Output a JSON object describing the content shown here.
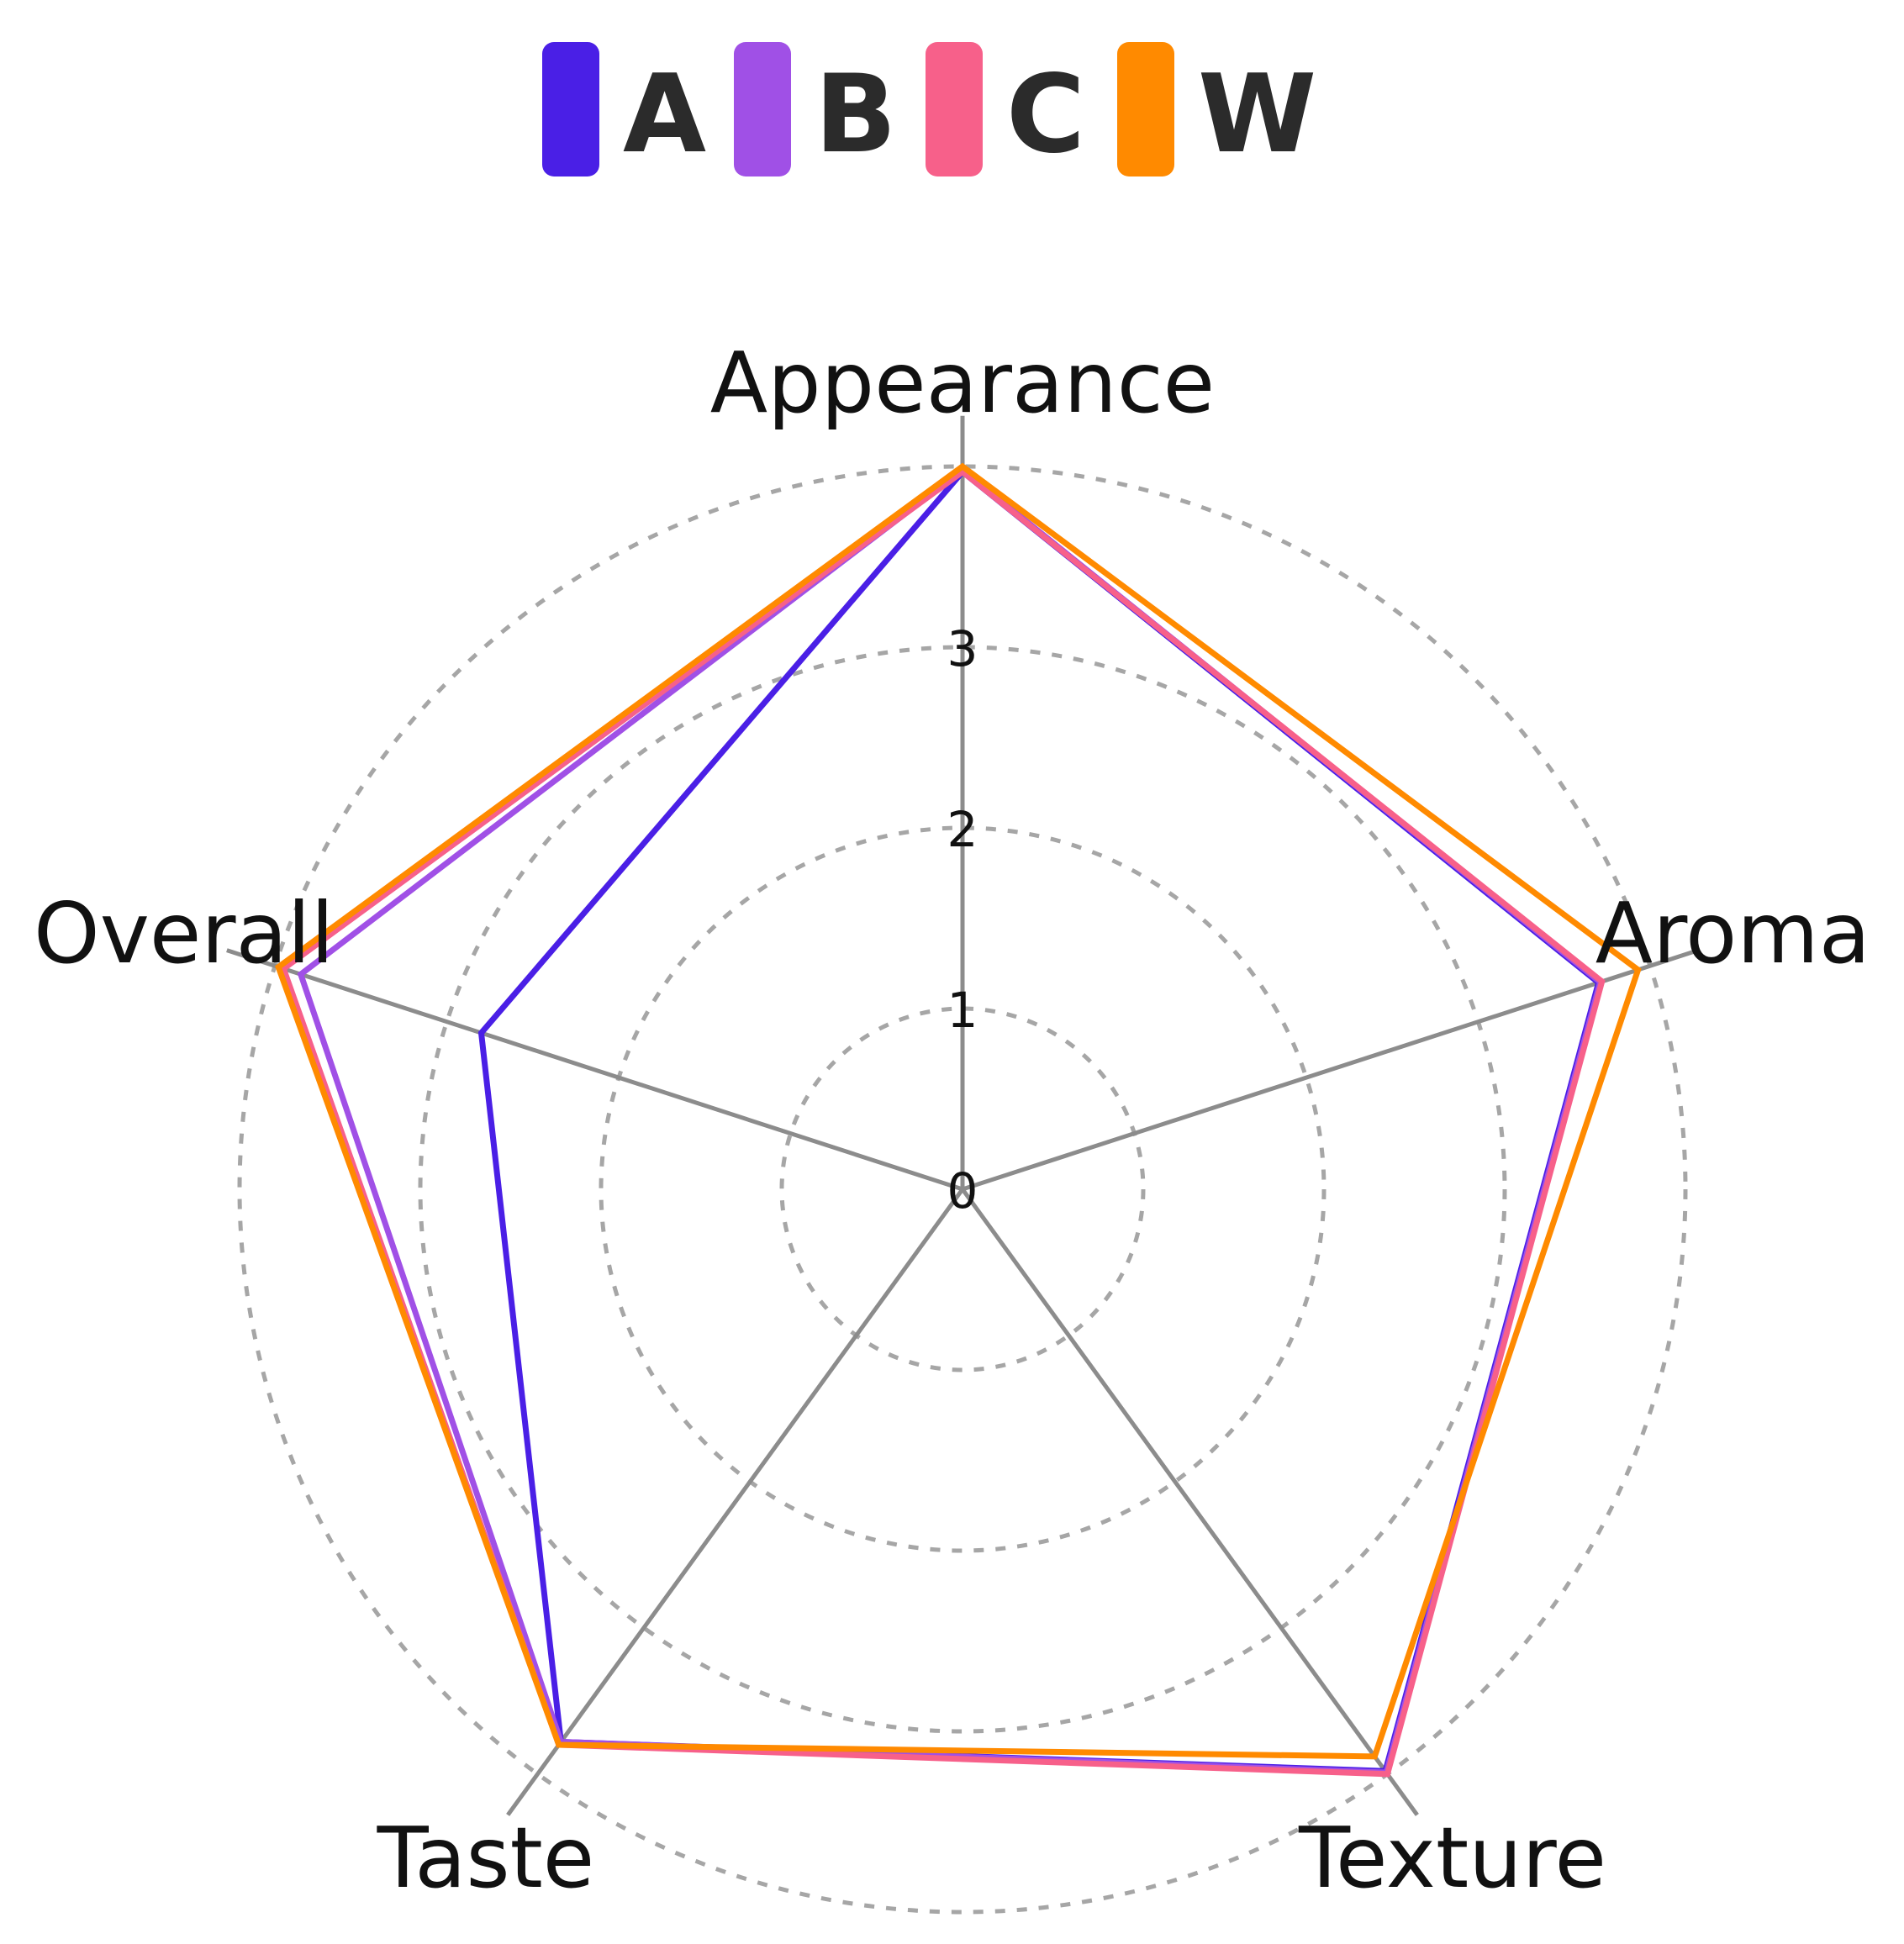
{
  "chart_data": {
    "type": "radar",
    "title": "",
    "axes": [
      "Appearance",
      "Aroma",
      "Texture",
      "Taste",
      "Overall"
    ],
    "rlim": [
      0,
      4
    ],
    "ticks": [
      "0",
      "1",
      "2",
      "3",
      "4"
    ],
    "grid": "dashed circles",
    "legend_position": "top-center",
    "series": [
      {
        "name": "A",
        "color": "#4a1fe6",
        "values": [
          3.97,
          3.7,
          3.98,
          3.78,
          2.8
        ]
      },
      {
        "name": "B",
        "color": "#a050e6",
        "values": [
          3.98,
          3.71,
          3.99,
          3.78,
          3.85
        ]
      },
      {
        "name": "C",
        "color": "#f7608a",
        "values": [
          3.97,
          3.72,
          4.0,
          3.8,
          3.95
        ]
      },
      {
        "name": "W",
        "color": "#ff8a00",
        "values": [
          4.0,
          3.93,
          3.88,
          3.8,
          3.98
        ]
      }
    ]
  }
}
